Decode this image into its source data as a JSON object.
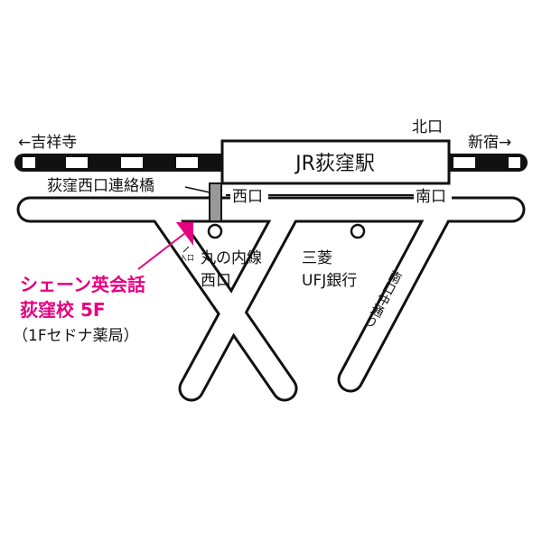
{
  "map": {
    "direction_left": "←吉祥寺",
    "direction_right": "新宿→",
    "north_exit": "北口",
    "station": "JR荻窪駅",
    "bridge": "荻窪西口連絡橋",
    "west_exit": "西口",
    "south_exit": "南口",
    "subway_line1": "丸の内線",
    "subway_line2": "西口",
    "bank_line1": "三菱",
    "bank_line2": "UFJ銀行",
    "street": "南口仲通り",
    "entrance": "入口",
    "school_line1": "シェーン英会話",
    "school_line2": "荻窪校 5F",
    "school_note": "（1Fセドナ薬局）",
    "accent_color": "#e4007f"
  }
}
